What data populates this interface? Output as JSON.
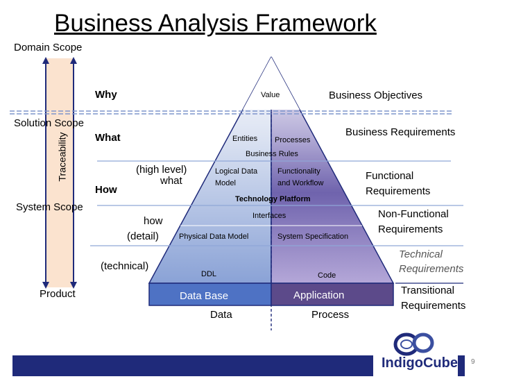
{
  "title": "Business Analysis Framework",
  "scopes": {
    "domain": "Domain Scope",
    "solution": "Solution Scope",
    "system": "System Scope",
    "product": "Product",
    "traceability": "Traceability"
  },
  "levels": {
    "why": "Why",
    "what": "What",
    "how": "How"
  },
  "left_notes": {
    "high_level": "(high level)",
    "what_word": "what",
    "how_word": "how",
    "detail": "(detail)",
    "technical": "(technical)"
  },
  "pyramid": {
    "value": "Value",
    "entities": "Entities",
    "processes": "Processes",
    "business_rules": "Business Rules",
    "logical_data_model_1": "Logical Data",
    "logical_data_model_2": "Model",
    "functionality_1": "Functionality",
    "functionality_2": "and Workflow",
    "technology_platform": "Technology Platform",
    "interfaces": "Interfaces",
    "physical_data_model": "Physical Data Model",
    "system_specification": "System Specification",
    "ddl": "DDL",
    "code": "Code",
    "database": "Data Base",
    "application": "Application",
    "data": "Data",
    "process": "Process"
  },
  "right_labels": {
    "business_objectives": "Business Objectives",
    "business_requirements": "Business Requirements",
    "functional_1": "Functional",
    "functional_2": "Requirements",
    "nonfunctional_1": "Non-Functional",
    "nonfunctional_2": "Requirements",
    "technical_1": "Technical",
    "technical_2": "Requirements",
    "transitional_1": "Transitional",
    "transitional_2": "Requirements"
  },
  "logo": "IndigoCube",
  "page_number": "9",
  "colors": {
    "pyramid_top": "#ffffff",
    "pyramid_left": "#8fa6d8",
    "pyramid_right": "#8a7cc0",
    "database_bar": "#4e72c4",
    "application_bar": "#5c4a8a",
    "accent": "#1f2a7a",
    "traceability": "#fbe3cf"
  }
}
